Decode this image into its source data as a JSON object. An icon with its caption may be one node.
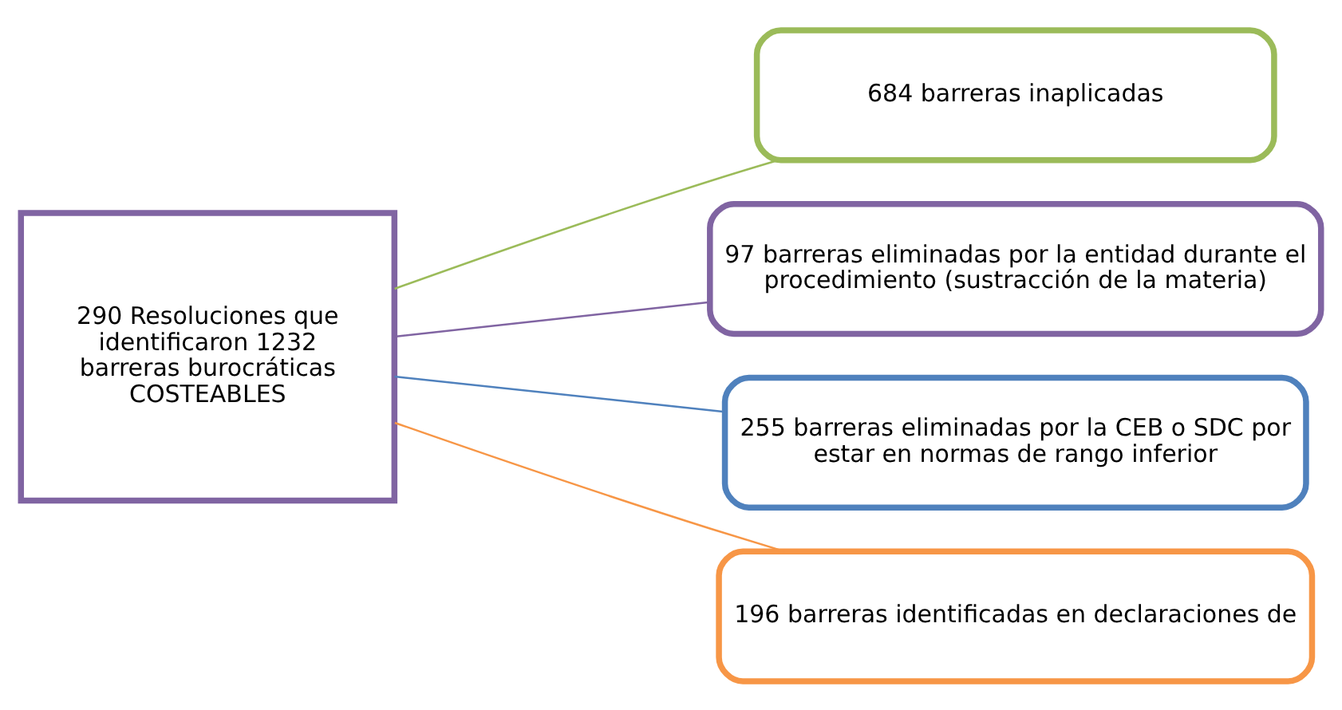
{
  "diagram": {
    "nodes": [
      {
        "text": [
          "290 Resoluciones que identificaron 1232 barreras burocráticas COSTEABLES"
        ]
      },
      {
        "text": [
          "684 barreras inaplicadas"
        ]
      },
      {
        "text": [
          "97 barreras eliminadas por la entidad durante el procedimiento (sustracción de la materia)"
        ]
      },
      {
        "text": [
          "255 barreras eliminadas por la CEB o SDC por estar en normas de rango inferior"
        ]
      },
      {
        "text": [
          "196 barreras identificadas en declaraciones de"
        ]
      }
    ],
    "edges": [
      {
        "from": 0,
        "to": 1,
        "arrow": "none",
        "color": "#9bbb59"
      },
      {
        "from": 0,
        "to": 2,
        "arrow": "none",
        "color": "#8064a2"
      },
      {
        "from": 0,
        "to": 3,
        "arrow": "none",
        "color": "#4f81bd"
      },
      {
        "from": 0,
        "to": 4,
        "arrow": "none",
        "color": "#f79646"
      }
    ]
  }
}
